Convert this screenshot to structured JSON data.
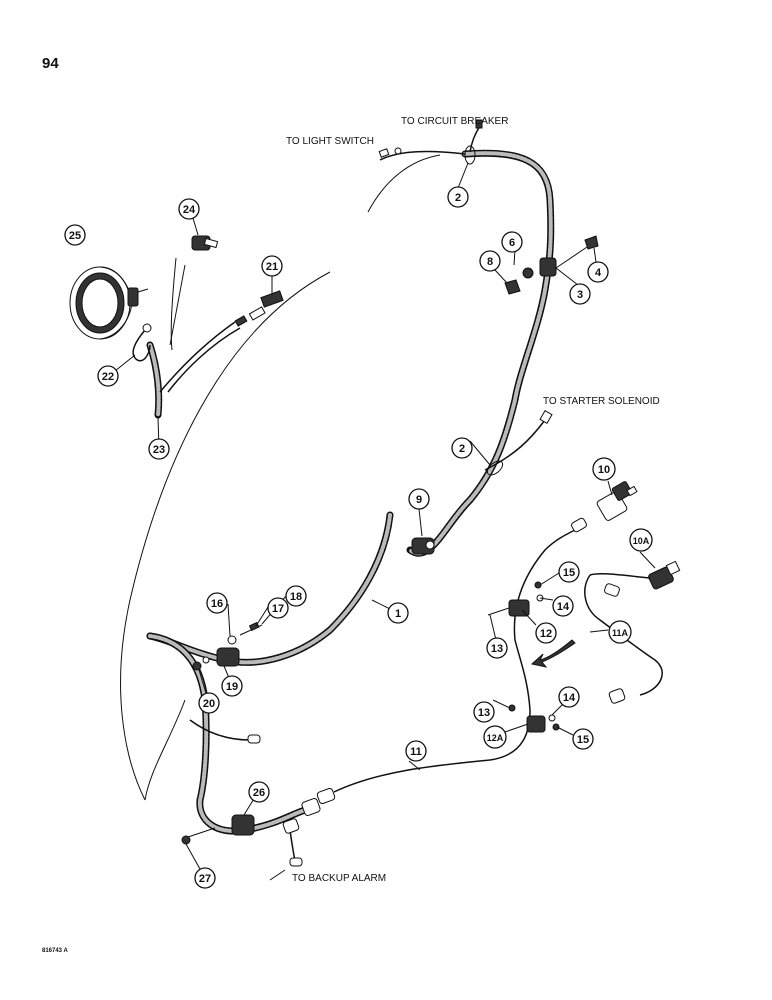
{
  "page_number": "94",
  "figure_id": "816743 A",
  "destinations": {
    "light_switch": "TO LIGHT SWITCH",
    "circuit_breaker": "TO CIRCUIT BREAKER",
    "starter_solenoid": "TO STARTER SOLENOID",
    "backup_alarm": "TO BACKUP ALARM"
  },
  "callouts": {
    "c1": "1",
    "c2a": "2",
    "c2b": "2",
    "c3": "3",
    "c4": "4",
    "c6": "6",
    "c8": "8",
    "c9": "9",
    "c10": "10",
    "c10a": "10A",
    "c11": "11",
    "c11a": "11A",
    "c12": "12",
    "c12a": "12A",
    "c13a": "13",
    "c13b": "13",
    "c14a": "14",
    "c14b": "14",
    "c15a": "15",
    "c15b": "15",
    "c16": "16",
    "c17": "17",
    "c18": "18",
    "c19": "19",
    "c20": "20",
    "c21": "21",
    "c22": "22",
    "c23": "23",
    "c24": "24",
    "c25": "25",
    "c26": "26",
    "c27": "27"
  }
}
